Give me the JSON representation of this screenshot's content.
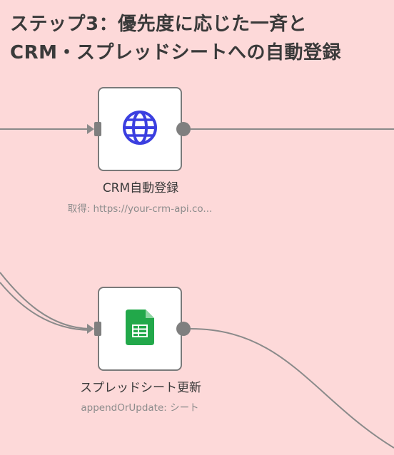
{
  "sticky_note": {
    "line1": "ステップ3：優先度に応じた一斉と",
    "line2": "CRM・スプレッドシートへの自動登録"
  },
  "nodes": [
    {
      "id": "crm",
      "title": "CRM自動登録",
      "subtitle": "取得: https://your-crm-api.co...",
      "icon": "globe-icon",
      "icon_color": "#3b3fe0"
    },
    {
      "id": "sheet",
      "title": "スプレッドシート更新",
      "subtitle": "appendOrUpdate: シート",
      "icon": "google-sheets-icon",
      "icon_color": "#22a84a"
    }
  ],
  "colors": {
    "canvas_background": "#fdd9d9",
    "node_border": "#7a7a7a",
    "connector": "#8a8a8a"
  }
}
